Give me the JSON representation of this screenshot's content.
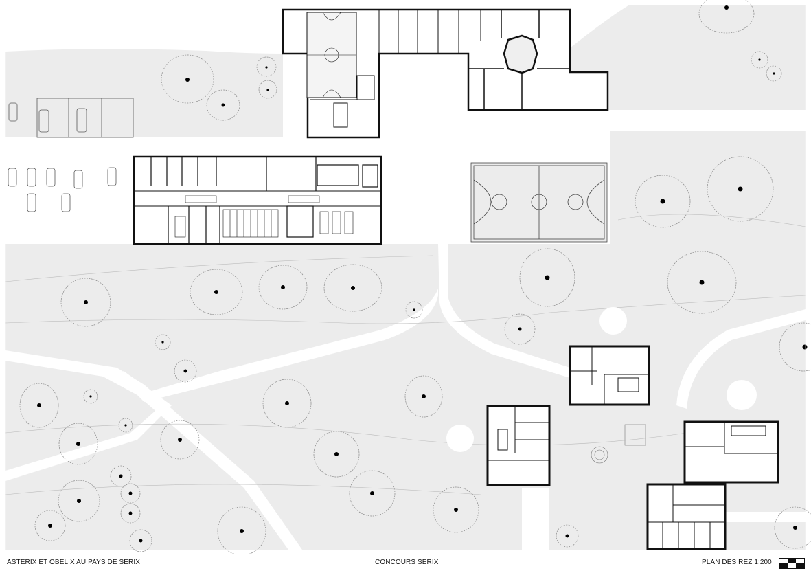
{
  "footer": {
    "left": "ASTERIX ET OBELIX AU PAYS DE SERIX",
    "center": "CONCOURS SERIX",
    "right": "PLAN DES REZ 1:200"
  },
  "colors": {
    "ground": "#ececec",
    "path": "#ffffff",
    "wall": "#111111",
    "line": "#333333",
    "tree_outline": "#888888"
  },
  "legend": {
    "scale_bar": "north-arrow-and-scale-icon"
  }
}
